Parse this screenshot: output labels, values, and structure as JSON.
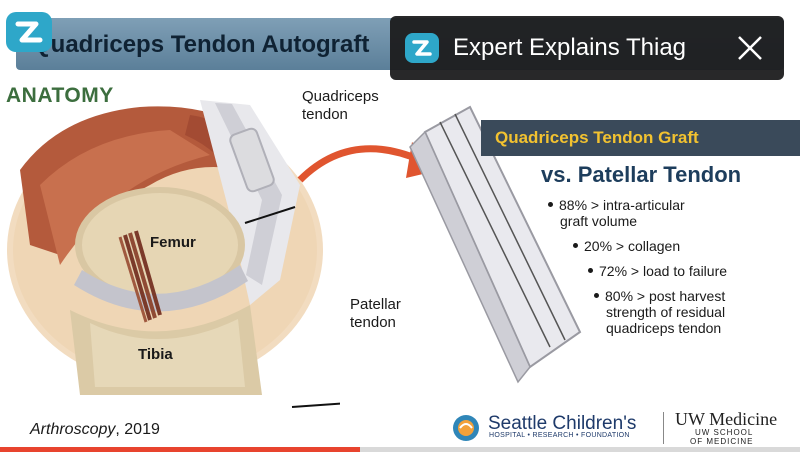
{
  "slide": {
    "title": "Quadriceps Tendon Autograft",
    "section_heading": "ANATOMY",
    "anatomy_labels": {
      "quadriceps_tendon": [
        "Quadriceps",
        "tendon"
      ],
      "patellar_tendon": [
        "Patellar",
        "tendon"
      ],
      "femur": "Femur",
      "tibia": "Tibia"
    },
    "graft_banner": "Quadriceps Tendon Graft",
    "vs_heading": "vs. Patellar Tendon",
    "stats": [
      [
        "88% > intra-articular",
        "graft volume"
      ],
      [
        "20% > collagen"
      ],
      [
        "72% > load to failure"
      ],
      [
        "80% > post harvest",
        "strength of residual",
        "quadriceps tendon"
      ]
    ],
    "citation": {
      "journal": "Arthroscopy",
      "year": ", 2019"
    },
    "logos": {
      "seattle_childrens": "Seattle Children's",
      "seattle_childrens_sub": "HOSPITAL • RESEARCH • FOUNDATION",
      "uw_medicine": "UW Medicine",
      "uw_school_line1": "UW SCHOOL",
      "uw_school_line2": "OF MEDICINE"
    }
  },
  "video_overlay": {
    "title": "Expert Explains Thiag",
    "close_icon": "close-icon"
  },
  "playback": {
    "progress_fraction": 0.45
  },
  "colors": {
    "title_bar": "#6f90a8",
    "anatomy_heading": "#3c6e3e",
    "graft_banner_bg": "#3a4a5a",
    "graft_banner_text": "#f2c230",
    "vs_heading": "#1d3d5c",
    "arrow": "#e0552f",
    "progress": "#e8442e"
  }
}
